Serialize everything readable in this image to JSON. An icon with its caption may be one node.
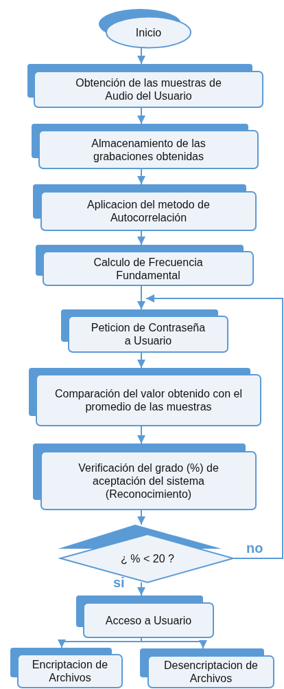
{
  "diagram": {
    "nodes": [
      {
        "text": [
          "Inicio"
        ]
      },
      {
        "text": [
          "Obtención de las muestras de Audio del Usuario"
        ]
      },
      {
        "text": [
          "Almacenamiento de las grabaciones obtenidas"
        ]
      },
      {
        "text": [
          "Aplicacion del metodo de Autocorrelación"
        ]
      },
      {
        "text": [
          "Calculo de Frecuencia Fundamental"
        ]
      },
      {
        "text": [
          "Peticion de Contraseña a Usuario"
        ]
      },
      {
        "text": [
          "Comparación del valor obtenido con el promedio de las muestras"
        ]
      },
      {
        "text": [
          "Verificación del grado (%) de aceptación del sistema (Reconocimiento)"
        ]
      },
      {
        "text": [
          "¿ % < 20 ?"
        ]
      },
      {
        "text": [
          "Acceso a Usuario"
        ]
      },
      {
        "text": [
          "Encriptacion de Archivos"
        ]
      },
      {
        "text": [
          "Desencriptacion de Archivos"
        ]
      }
    ],
    "edges": [
      {
        "from": 0,
        "to": 1,
        "arrow": "to"
      },
      {
        "from": 1,
        "to": 2,
        "arrow": "to"
      },
      {
        "from": 2,
        "to": 3,
        "arrow": "to"
      },
      {
        "from": 3,
        "to": 4,
        "arrow": "to"
      },
      {
        "from": 4,
        "to": 5,
        "arrow": "to"
      },
      {
        "from": 5,
        "to": 6,
        "arrow": "to"
      },
      {
        "from": 6,
        "to": 7,
        "arrow": "to"
      },
      {
        "from": 7,
        "to": 8,
        "arrow": "to"
      },
      {
        "from": 8,
        "to": 9,
        "arrow": "to",
        "label": "si"
      },
      {
        "from": 8,
        "to": 5,
        "arrow": "to",
        "label": "no"
      },
      {
        "from": 9,
        "to": 10,
        "arrow": "to"
      },
      {
        "from": 9,
        "to": 11,
        "arrow": "to"
      }
    ]
  }
}
